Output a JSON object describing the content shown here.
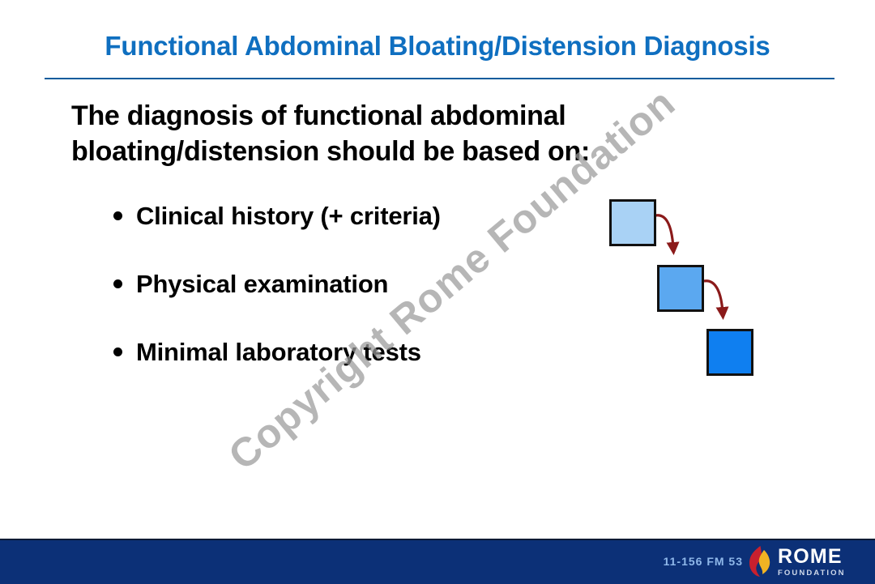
{
  "slide": {
    "title": "Functional Abdominal Bloating/Distension Diagnosis",
    "title_color": "#0F6FC0",
    "rule_color": "#0D5C9C",
    "background": "#ffffff"
  },
  "body": {
    "lead_line_1": "The diagnosis of functional abdominal",
    "lead_line_2": "bloating/distension should be based on:",
    "bullets": [
      {
        "label": "Clinical history (+ criteria)"
      },
      {
        "label": "Physical examination"
      },
      {
        "label": "Minimal laboratory tests"
      }
    ]
  },
  "diagram": {
    "name": "severity-cascade",
    "boxes": [
      {
        "name": "step-1-box",
        "fill": "#A9D2F5",
        "stroke": "#111111"
      },
      {
        "name": "step-2-box",
        "fill": "#5BA8F0",
        "stroke": "#111111"
      },
      {
        "name": "step-3-box",
        "fill": "#0F7FF0",
        "stroke": "#111111"
      }
    ],
    "arrow_color": "#8B1A1A"
  },
  "watermark": {
    "text": "Copyright Rome Foundation",
    "color": "#9a9a9a",
    "rotation_deg": -40
  },
  "footer": {
    "bar_color": "#0C3077",
    "code": "11-156   FM  53",
    "code_color": "#8FB8EA",
    "logo": {
      "name": "ROME",
      "sub": "FOUNDATION",
      "flame_red": "#C8202E",
      "flame_gold": "#F0B323"
    }
  }
}
